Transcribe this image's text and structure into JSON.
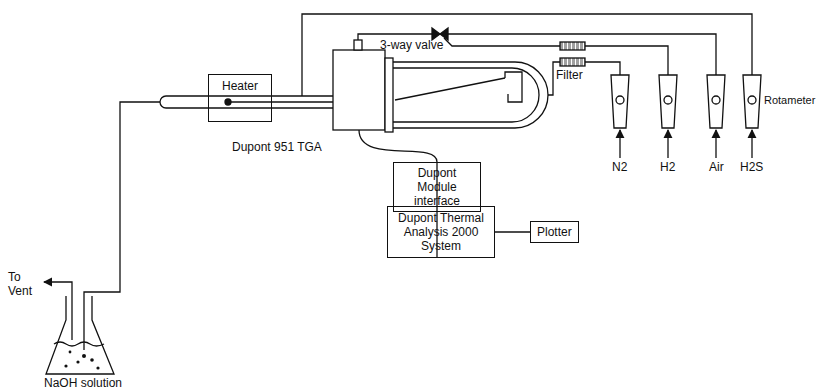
{
  "diagram": {
    "nodes": [
      {
        "text": [
          "Heater"
        ]
      },
      {
        "text": [
          "Dupont Module interface"
        ]
      },
      {
        "text": [
          "Dupont Thermal Analysis 2000 System"
        ]
      },
      {
        "text": [
          "Plotter"
        ]
      }
    ],
    "edges": [
      {
        "from": 1,
        "to": 2,
        "arrow": "none"
      },
      {
        "from": 2,
        "to": 3,
        "arrow": "none"
      }
    ],
    "labels": [
      "Dupont 951 TGA",
      "3-way valve",
      "Filter",
      "Rotameter",
      "N2",
      "H2",
      "Air",
      "H2S",
      "To Vent",
      "NaOH solution"
    ]
  }
}
